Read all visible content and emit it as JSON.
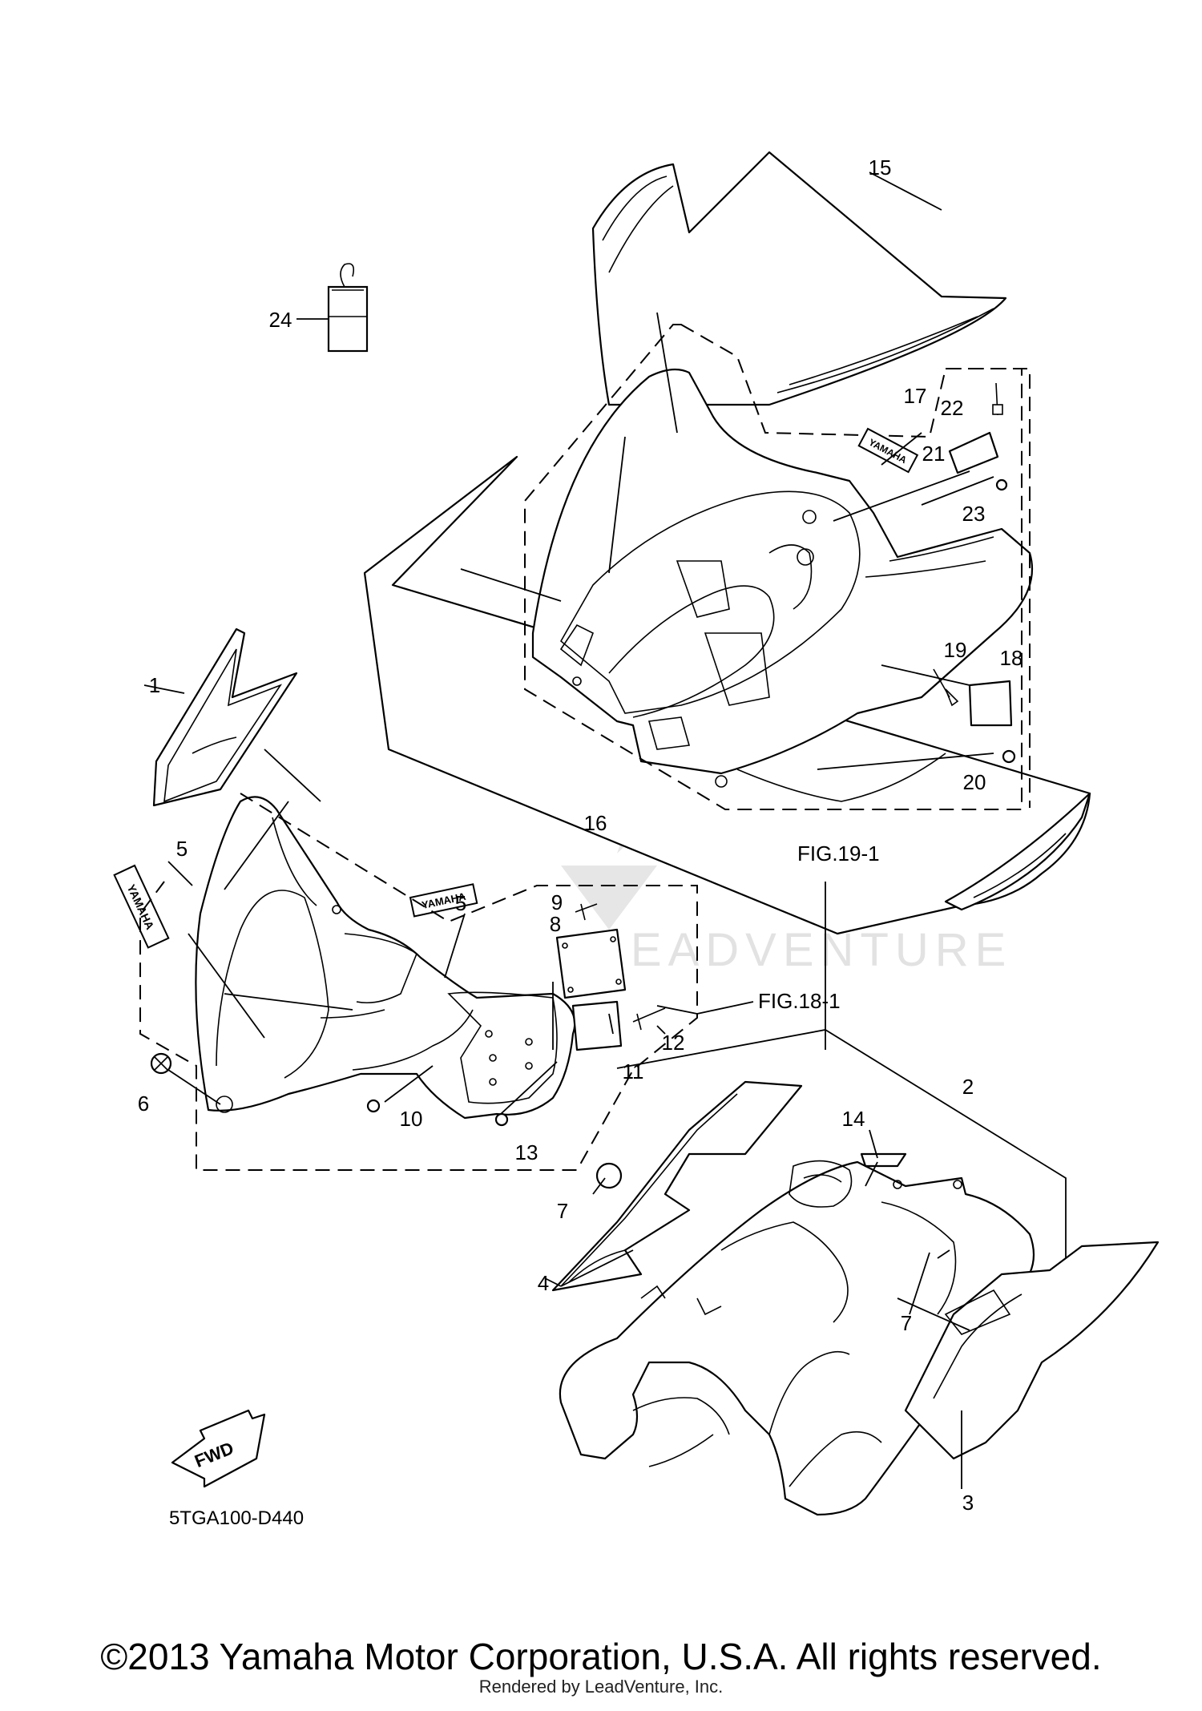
{
  "callouts": [
    "1",
    "2",
    "3",
    "4",
    "5",
    "5",
    "6",
    "7",
    "7",
    "8",
    "9",
    "10",
    "11",
    "12",
    "13",
    "14",
    "15",
    "16",
    "17",
    "18",
    "19",
    "20",
    "21",
    "22",
    "23",
    "24"
  ],
  "refs": {
    "fig_18": "FIG.18-1",
    "fig_19": "FIG.19-1"
  },
  "diagram_code": "5TGA100-D440",
  "fwd_label": "FWD",
  "decal_text": "YAMAHA",
  "watermark": "LEADVENTURE",
  "copyright": "©2013 Yamaha Motor Corporation, U.S.A. All rights reserved.",
  "rendered_by": "Rendered by LeadVenture, Inc."
}
